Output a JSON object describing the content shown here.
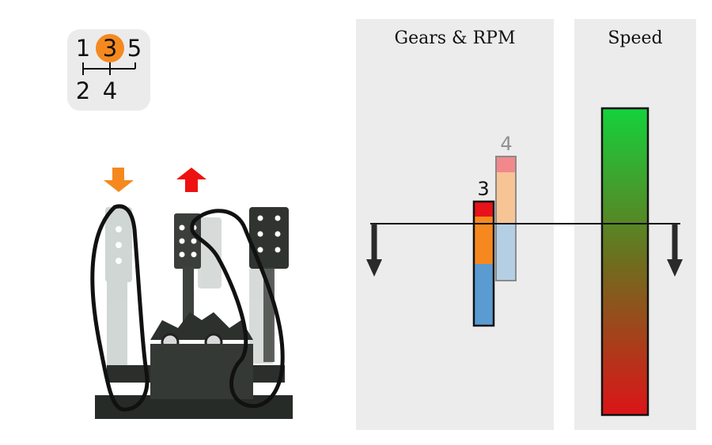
{
  "gear_indicator": {
    "top_row": [
      "1",
      "3",
      "5"
    ],
    "bottom_row": [
      "2",
      "4"
    ],
    "active_gear": "3",
    "active_color": "#f5891f"
  },
  "pedals": {
    "clutch_arrow": {
      "direction": "down",
      "color": "#f5891f"
    },
    "accelerator_arrow": {
      "direction": "up",
      "color": "#ee1111"
    }
  },
  "gears_rpm_panel": {
    "title": "Gears & RPM",
    "current_gear": {
      "label": "3",
      "label_color": "#111111",
      "segment_colors": [
        "#e8121a",
        "#f5891f",
        "#5a9bd1"
      ]
    },
    "next_gear": {
      "label": "4",
      "label_color": "#909090",
      "segment_colors": [
        "#f2888c",
        "#f7c496",
        "#b4cfe4"
      ]
    }
  },
  "speed_panel": {
    "title": "Speed",
    "gradient_top": "#14d23c",
    "gradient_mid": "#6e6e1e",
    "gradient_bottom": "#dc1418"
  },
  "down_arrow_color": "#2a2a2a"
}
